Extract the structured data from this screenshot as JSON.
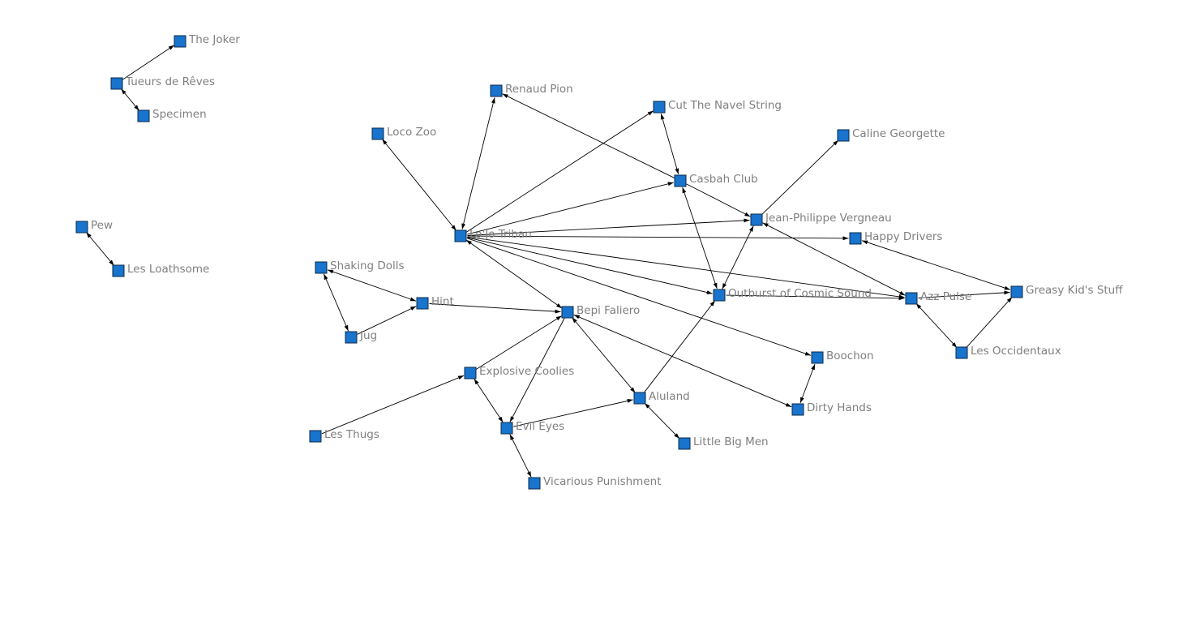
{
  "graph": {
    "node_color": "#1874CD",
    "node_border_color": "#0b2a4a",
    "label_color": "#7f7f7f",
    "edge_color": "#000000",
    "nodes": [
      {
        "id": "the-joker",
        "label": "The Joker"
      },
      {
        "id": "tueurs-de-reves",
        "label": "Tueurs de Rêves"
      },
      {
        "id": "specimen",
        "label": "Specimen"
      },
      {
        "id": "pew",
        "label": "Pew"
      },
      {
        "id": "les-loathsome",
        "label": "Les Loathsome"
      },
      {
        "id": "renaud-pion",
        "label": "Renaud Pion"
      },
      {
        "id": "cut-the-navel-string",
        "label": "Cut The Navel String"
      },
      {
        "id": "loco-zoo",
        "label": "Loco Zoo"
      },
      {
        "id": "caline-georgette",
        "label": "Caline Georgette"
      },
      {
        "id": "casbah-club",
        "label": "Casbah Club"
      },
      {
        "id": "jean-philippe-vergneau",
        "label": "Jean-Philippe Vergneau"
      },
      {
        "id": "lojo-triban",
        "label": "Lo'Jo Triban"
      },
      {
        "id": "happy-drivers",
        "label": "Happy Drivers"
      },
      {
        "id": "shaking-dolls",
        "label": "Shaking Dolls"
      },
      {
        "id": "outburst-of-cosmic-sound",
        "label": "Outburst of Cosmic Sound"
      },
      {
        "id": "azz-pulse",
        "label": "Azz Pulse"
      },
      {
        "id": "greasy-kids-stuff",
        "label": "Greasy Kid's Stuff"
      },
      {
        "id": "hint",
        "label": "Hint"
      },
      {
        "id": "bepi-faliero",
        "label": "Bepi Faliero"
      },
      {
        "id": "jug",
        "label": "Jug"
      },
      {
        "id": "les-occidentaux",
        "label": "Les Occidentaux"
      },
      {
        "id": "boochon",
        "label": "Boochon"
      },
      {
        "id": "explosive-coolies",
        "label": "Explosive Coolies"
      },
      {
        "id": "aluland",
        "label": "Aluland"
      },
      {
        "id": "dirty-hands",
        "label": "Dirty Hands"
      },
      {
        "id": "evil-eyes",
        "label": "Evil Eyes"
      },
      {
        "id": "les-thugs",
        "label": "Les Thugs"
      },
      {
        "id": "little-big-men",
        "label": "Little Big Men"
      },
      {
        "id": "vicarious-punishment",
        "label": "Vicarious Punishment"
      }
    ],
    "edges": [
      {
        "from": "tueurs-de-reves",
        "to": "the-joker",
        "arrows": "to"
      },
      {
        "from": "tueurs-de-reves",
        "to": "specimen",
        "arrows": "both"
      },
      {
        "from": "pew",
        "to": "les-loathsome",
        "arrows": "both"
      },
      {
        "from": "lojo-triban",
        "to": "renaud-pion",
        "arrows": "both"
      },
      {
        "from": "lojo-triban",
        "to": "loco-zoo",
        "arrows": "both"
      },
      {
        "from": "lojo-triban",
        "to": "cut-the-navel-string",
        "arrows": "to"
      },
      {
        "from": "lojo-triban",
        "to": "casbah-club",
        "arrows": "to"
      },
      {
        "from": "lojo-triban",
        "to": "jean-philippe-vergneau",
        "arrows": "to"
      },
      {
        "from": "lojo-triban",
        "to": "happy-drivers",
        "arrows": "to"
      },
      {
        "from": "lojo-triban",
        "to": "outburst-of-cosmic-sound",
        "arrows": "to"
      },
      {
        "from": "lojo-triban",
        "to": "azz-pulse",
        "arrows": "to"
      },
      {
        "from": "lojo-triban",
        "to": "bepi-faliero",
        "arrows": "both"
      },
      {
        "from": "lojo-triban",
        "to": "boochon",
        "arrows": "to"
      },
      {
        "from": "casbah-club",
        "to": "renaud-pion",
        "arrows": "to"
      },
      {
        "from": "casbah-club",
        "to": "cut-the-navel-string",
        "arrows": "both"
      },
      {
        "from": "casbah-club",
        "to": "jean-philippe-vergneau",
        "arrows": "to"
      },
      {
        "from": "casbah-club",
        "to": "outburst-of-cosmic-sound",
        "arrows": "both"
      },
      {
        "from": "jean-philippe-vergneau",
        "to": "caline-georgette",
        "arrows": "to"
      },
      {
        "from": "jean-philippe-vergneau",
        "to": "azz-pulse",
        "arrows": "both"
      },
      {
        "from": "outburst-of-cosmic-sound",
        "to": "jean-philippe-vergneau",
        "arrows": "both"
      },
      {
        "from": "outburst-of-cosmic-sound",
        "to": "azz-pulse",
        "arrows": "to"
      },
      {
        "from": "aluland",
        "to": "outburst-of-cosmic-sound",
        "arrows": "to"
      },
      {
        "from": "greasy-kids-stuff",
        "to": "happy-drivers",
        "arrows": "both"
      },
      {
        "from": "azz-pulse",
        "to": "greasy-kids-stuff",
        "arrows": "to"
      },
      {
        "from": "azz-pulse",
        "to": "les-occidentaux",
        "arrows": "both"
      },
      {
        "from": "les-occidentaux",
        "to": "greasy-kids-stuff",
        "arrows": "to"
      },
      {
        "from": "shaking-dolls",
        "to": "hint",
        "arrows": "both"
      },
      {
        "from": "shaking-dolls",
        "to": "jug",
        "arrows": "both"
      },
      {
        "from": "jug",
        "to": "hint",
        "arrows": "to"
      },
      {
        "from": "hint",
        "to": "bepi-faliero",
        "arrows": "to"
      },
      {
        "from": "explosive-coolies",
        "to": "bepi-faliero",
        "arrows": "to"
      },
      {
        "from": "bepi-faliero",
        "to": "evil-eyes",
        "arrows": "to"
      },
      {
        "from": "bepi-faliero",
        "to": "aluland",
        "arrows": "both"
      },
      {
        "from": "bepi-faliero",
        "to": "dirty-hands",
        "arrows": "both"
      },
      {
        "from": "boochon",
        "to": "dirty-hands",
        "arrows": "both"
      },
      {
        "from": "les-thugs",
        "to": "explosive-coolies",
        "arrows": "to"
      },
      {
        "from": "explosive-coolies",
        "to": "evil-eyes",
        "arrows": "both"
      },
      {
        "from": "evil-eyes",
        "to": "aluland",
        "arrows": "to"
      },
      {
        "from": "evil-eyes",
        "to": "vicarious-punishment",
        "arrows": "both"
      },
      {
        "from": "aluland",
        "to": "little-big-men",
        "arrows": "both"
      }
    ]
  }
}
